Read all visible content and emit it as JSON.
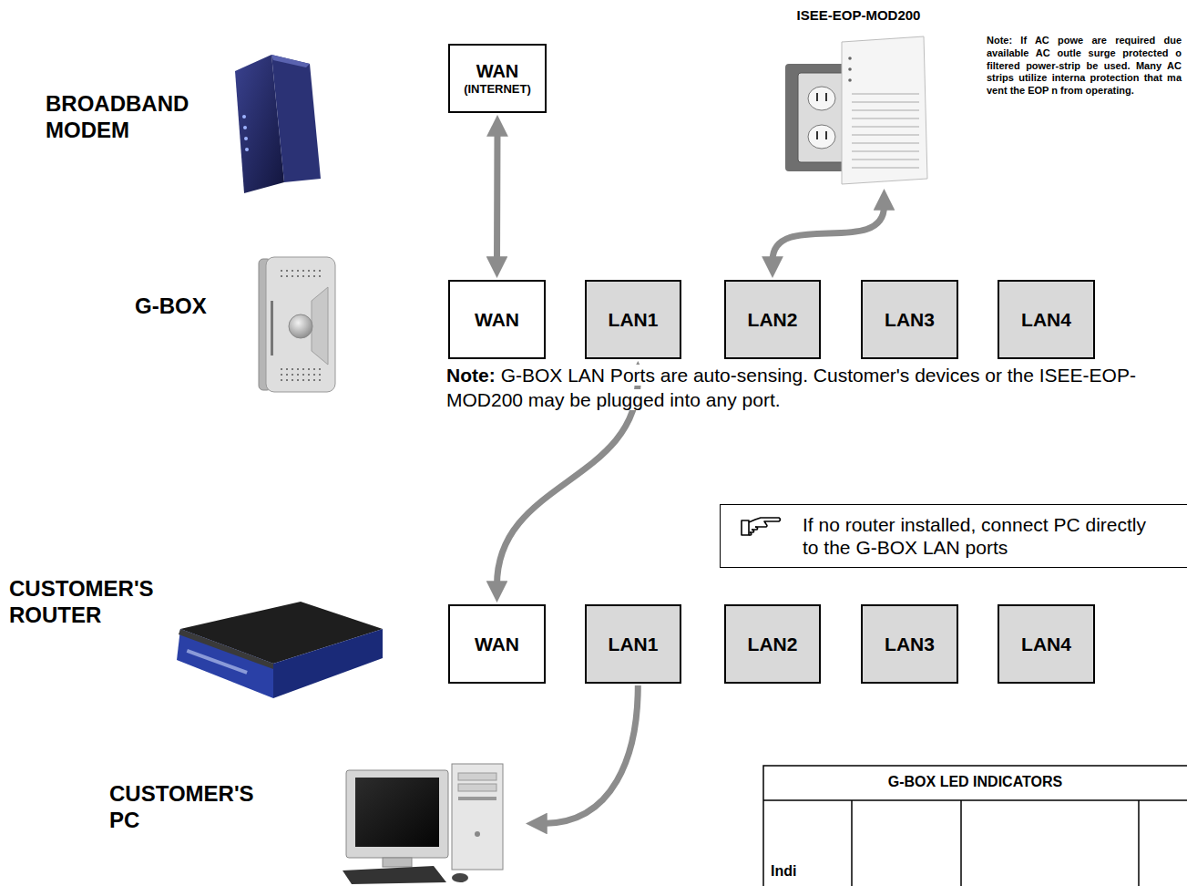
{
  "diagram": {
    "nodes": [
      {
        "text": [
          "ISEE-EOP-MOD200"
        ]
      },
      {
        "text": [
          "WAN",
          "(INTERNET)"
        ]
      },
      {
        "text": [
          "WAN"
        ]
      },
      {
        "text": [
          "LAN1"
        ]
      },
      {
        "text": [
          "LAN2"
        ]
      },
      {
        "text": [
          "LAN3"
        ]
      },
      {
        "text": [
          "LAN4"
        ]
      },
      {
        "text": [
          "If no router installed, connect PC directly to the G-BOX LAN ports"
        ]
      },
      {
        "text": [
          "WAN"
        ]
      },
      {
        "text": [
          "LAN1"
        ]
      },
      {
        "text": [
          "LAN2"
        ]
      },
      {
        "text": [
          "LAN3"
        ]
      },
      {
        "text": [
          "LAN4"
        ]
      },
      {
        "text": [
          "CUSTOMER'S PC"
        ]
      }
    ],
    "edges": [
      {
        "from": 1,
        "to": 2,
        "arrow": "both"
      },
      {
        "from": 4,
        "to": 0,
        "arrow": "both"
      },
      {
        "from": 3,
        "to": 8,
        "arrow": "both"
      },
      {
        "from": 9,
        "to": 13,
        "arrow": "to"
      }
    ],
    "labels": [
      "BROADBAND MODEM",
      "G-BOX",
      "CUSTOMER'S ROUTER",
      "Note: If AC powe are required due available AC outle surge protected o filtered power-strip be used. Many AC strips utilize interna protection that ma vent the EOP n from operating.",
      "Note:",
      "G-BOX LAN Ports are auto-sensing. Customer's devices or the ISEE-EOP-MOD200 may be plugged into any port.",
      "G-BOX LED INDICATORS",
      "Indi"
    ]
  }
}
